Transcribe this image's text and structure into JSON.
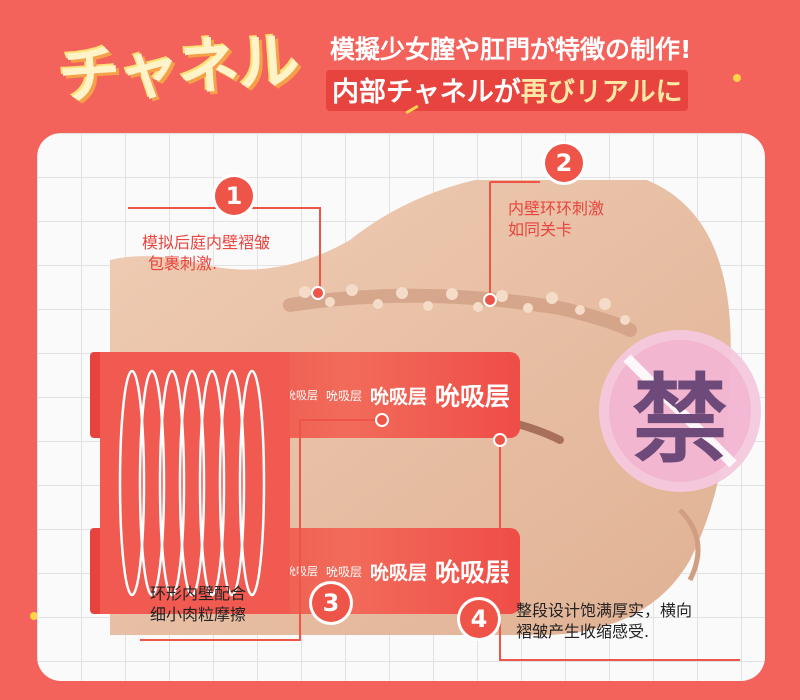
{
  "header": {
    "title": "チャネル",
    "subtitle_line1": "模擬少女膣や肛門が特徴の制作!",
    "subtitle_line2_a": "内部チャネルが",
    "subtitle_line2_b": "再びリアルに"
  },
  "band_labels": [
    "吮吸层",
    "吮吸层",
    "吮吸层",
    "吮吸层"
  ],
  "callouts": [
    {
      "number": "1",
      "line1": "模拟后庭内壁褶皱",
      "line2": "包裹刺激."
    },
    {
      "number": "2",
      "line1": "内壁环环刺激",
      "line2": "如同关卡"
    },
    {
      "number": "3",
      "line1": "环形内壁配合",
      "line2": "细小肉粒摩擦"
    },
    {
      "number": "4",
      "line1": "整段设计饱满厚实，横向",
      "line2": "褶皱产生收缩感受."
    }
  ],
  "ban_symbol": "禁",
  "colors": {
    "background": "#f3625b",
    "accent": "#ee5448",
    "skin": "#e9c2a6",
    "censor": "#f3b6d3",
    "censor_text": "#6e4a7a"
  }
}
